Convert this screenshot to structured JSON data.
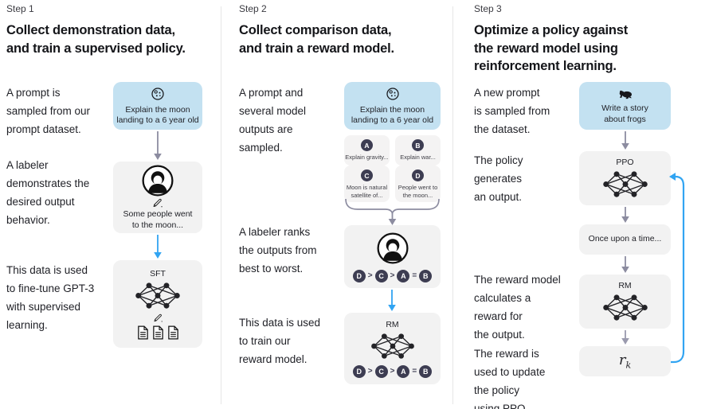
{
  "colors": {
    "prompt_box": "#c3e1f1",
    "panel_box": "#f2f2f2",
    "mini_box": "#f4f3f3",
    "circle": "#3d3d52",
    "arrow_gray": "#8c8ca0",
    "arrow_blue": "#31a4f2"
  },
  "columns": [
    {
      "step": "Step 1",
      "heading": "Collect demonstration data,\nand train a supervised policy.",
      "para_prompt": "A prompt is\nsampled from our\nprompt dataset.",
      "para_labeler": "A labeler\ndemonstrates the\ndesired output\nbehavior.",
      "para_data": "This data is used\nto fine-tune GPT-3\nwith supervised\nlearning.",
      "prompt_box": "Explain the moon\nlanding to a 6 year old",
      "demo_output": "Some people went\nto the moon...",
      "model_label": "SFT"
    },
    {
      "step": "Step 2",
      "heading": "Collect comparison data,\nand train a reward model.",
      "para_prompt": "A prompt and\nseveral model\noutputs are\nsampled.",
      "para_labeler": "A labeler ranks\nthe outputs from\nbest to worst.",
      "para_data": "This data is used\nto train our\nreward model.",
      "prompt_box": "Explain the moon\nlanding to a 6 year old",
      "outputs": [
        {
          "letter": "A",
          "text": "Explain gravity..."
        },
        {
          "letter": "B",
          "text": "Explain war..."
        },
        {
          "letter": "C",
          "text": "Moon is natural\nsatellite of..."
        },
        {
          "letter": "D",
          "text": "People went to\nthe moon..."
        }
      ],
      "ranking": {
        "items": [
          "D",
          "C",
          "A",
          "B"
        ],
        "ops": [
          ">",
          ">",
          "="
        ]
      },
      "model_label": "RM"
    },
    {
      "step": "Step 3",
      "heading": "Optimize a policy against\nthe reward model using\nreinforcement learning.",
      "para_prompt": "A new prompt\nis sampled from\nthe dataset.",
      "para_policy": "The policy\ngenerates\nan output.",
      "para_reward_model": "The reward model\ncalculates a\nreward for\nthe output.",
      "para_reward_update": "The reward is\nused to update\nthe policy\nusing PPO.",
      "prompt_box": "Write a story\nabout frogs",
      "policy_label": "PPO",
      "output_box": "Once upon a time...",
      "rm_label": "RM",
      "reward": {
        "base": "r",
        "sub": "k"
      }
    }
  ]
}
